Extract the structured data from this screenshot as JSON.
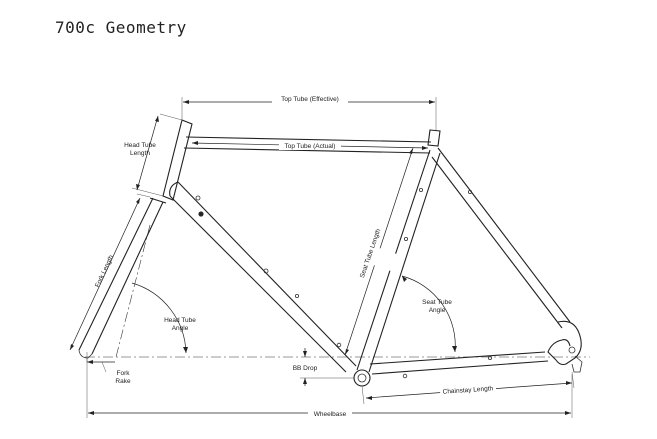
{
  "title": "700c Geometry",
  "labels": {
    "top_tube_effective": "Top Tube (Effective)",
    "top_tube_actual": "Top Tube (Actual)",
    "head_tube_length_1": "Head Tube",
    "head_tube_length_2": "Length",
    "fork_length": "Fork Length",
    "head_tube_angle_1": "Head Tube",
    "head_tube_angle_2": "Angle",
    "fork_rake_1": "Fork",
    "fork_rake_2": "Rake",
    "seat_tube_length": "Seat Tube Length",
    "seat_tube_angle_1": "Seat Tube",
    "seat_tube_angle_2": "Angle",
    "bb_drop": "BB Drop",
    "chainstay_length": "Chainstay Length",
    "wheelbase": "Wheelbase"
  },
  "colors": {
    "line": "#222222",
    "background": "#ffffff"
  }
}
